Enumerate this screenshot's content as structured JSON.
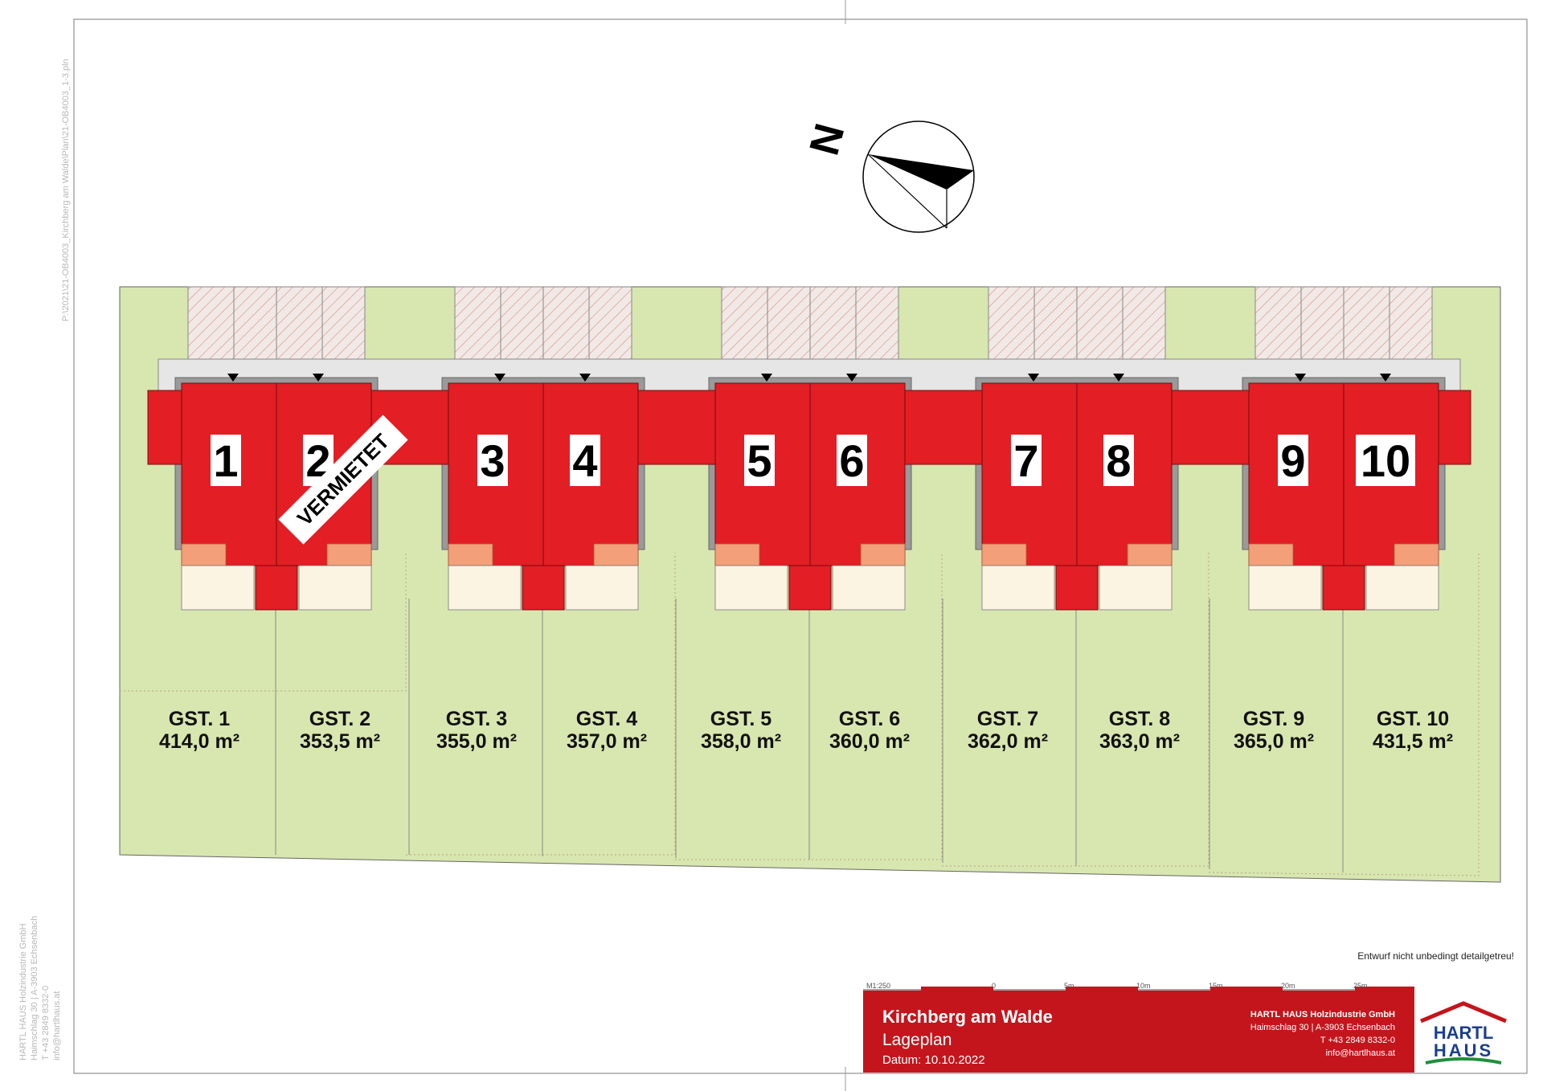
{
  "meta": {
    "file_path": "P:\\2021\\21-OB4003_Kirchberg am Walde\\Plan\\21-OB4003_1-3.pln",
    "disclaimer": "Entwurf nicht unbedingt detailgetreu!"
  },
  "north_arrow": {
    "letter": "N"
  },
  "houses": [
    {
      "number": "1"
    },
    {
      "number": "2"
    },
    {
      "number": "3"
    },
    {
      "number": "4"
    },
    {
      "number": "5"
    },
    {
      "number": "6"
    },
    {
      "number": "7"
    },
    {
      "number": "8"
    },
    {
      "number": "9"
    },
    {
      "number": "10"
    }
  ],
  "rented_stamp": "VERMIETET",
  "plots": [
    {
      "label": "GST. 1",
      "area": "414,0 m²"
    },
    {
      "label": "GST. 2",
      "area": "353,5 m²"
    },
    {
      "label": "GST. 3",
      "area": "355,0 m²"
    },
    {
      "label": "GST. 4",
      "area": "357,0 m²"
    },
    {
      "label": "GST. 5",
      "area": "358,0 m²"
    },
    {
      "label": "GST. 6",
      "area": "360,0 m²"
    },
    {
      "label": "GST. 7",
      "area": "362,0 m²"
    },
    {
      "label": "GST. 8",
      "area": "363,0 m²"
    },
    {
      "label": "GST. 9",
      "area": "365,0 m²"
    },
    {
      "label": "GST. 10",
      "area": "431,5 m²"
    }
  ],
  "scale_bar": {
    "scale": "M1:250",
    "ticks": [
      "0",
      "5m",
      "10m",
      "15m",
      "20m",
      "25m"
    ]
  },
  "title_block": {
    "project": "Kirchberg am Walde",
    "plan_type": "Lageplan",
    "date": "Datum: 10.10.2022",
    "company_name": "HARTL HAUS Holzindustrie GmbH",
    "address": "Haimschlag 30 | A-3903 Echsenbach",
    "phone": "T +43 2849 8332-0",
    "email": "info@hartlhaus.at"
  },
  "side_company": {
    "name": "HARTL HAUS Holzindustrie GmbH",
    "address": "Haimschlag 30 | A-3903 Echsenbach",
    "phone": "T +43 2849 8332-0",
    "email": "info@hartlhaus.at"
  },
  "logo": {
    "line1": "HARTL",
    "line2": "HAUS"
  },
  "colors": {
    "lawn": "#d8e6b0",
    "house_red": "#e31e24",
    "terrace": "#f3a07a",
    "patio": "#fbf4e2",
    "path_grey": "#e6e6e6",
    "title_red": "#c4151c",
    "logo_green": "#1f8f3c"
  }
}
